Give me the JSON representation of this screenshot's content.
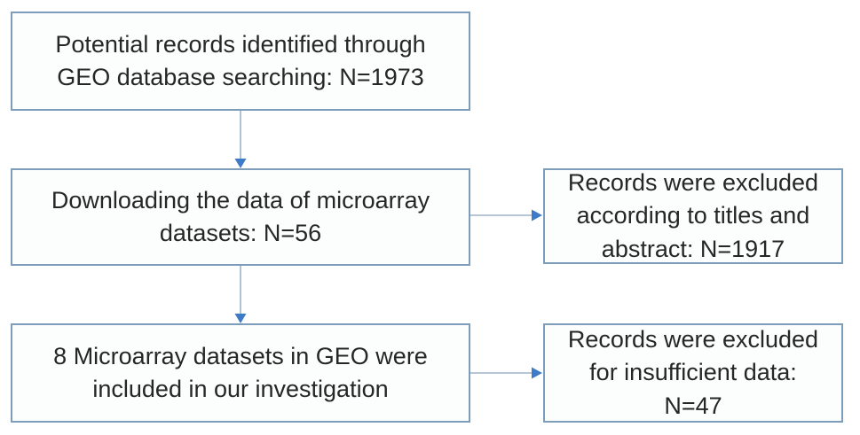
{
  "diagram": {
    "type": "flowchart",
    "colors": {
      "box-border": "#7d9dbb",
      "box-fill": "#fcfdfd",
      "arrow-line": "#9db3c8",
      "arrow-head": "#3d7bc8",
      "text-color": "#262626",
      "page-bg": "#ffffff"
    },
    "boxes": {
      "identified": {
        "lines": {
          "0": "Potential records identified through",
          "1": "GEO database searching: N=1973"
        }
      },
      "download": {
        "lines": {
          "0": "Downloading the data of microarray",
          "1": "datasets: N=56"
        }
      },
      "excluded_titles": {
        "lines": {
          "0": "Records were excluded",
          "1": "according to titles and",
          "2": "abstract: N=1917"
        }
      },
      "included": {
        "lines": {
          "0": "8 Microarray datasets in GEO were",
          "1": "included in our investigation"
        }
      },
      "excluded_insufficient": {
        "lines": {
          "0": "Records were excluded",
          "1": "for insufficient data:",
          "2": "N=47"
        }
      }
    }
  }
}
